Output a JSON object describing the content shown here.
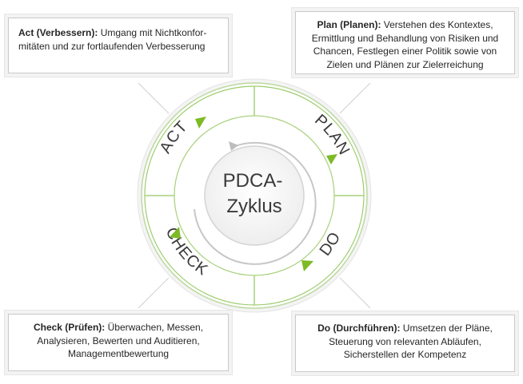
{
  "boxes": {
    "act": {
      "title": "Act (Verbessern):",
      "text": " Umgang mit Nichtkonfor-mitäten und zur fortlaufenden Verbesserung"
    },
    "plan": {
      "title": "Plan (Planen):",
      "text": " Verstehen des Kontextes, Ermittlung und Behandlung von Risiken und Chancen, Festlegen einer Politik sowie von Zielen und Plänen zur Zielerreichung"
    },
    "check": {
      "title": "Check (Prüfen):",
      "text": " Überwachen, Messen, Analysieren, Bewerten und Auditieren, Managementbewertung"
    },
    "do": {
      "title": "Do (Durchführen):",
      "text": " Umsetzen der Pläne, Steuerung von relevanten Abläufen, Sicherstellen der Kompetenz"
    }
  },
  "cycle": {
    "segments": {
      "act": "ACT",
      "plan": "PLAN",
      "do": "DO",
      "check": "CHECK"
    },
    "center_line1": "PDCA-",
    "center_line2": "Zyklus"
  },
  "colors": {
    "accent_green": "#7dba25",
    "ring_border": "#bcd9a0",
    "text": "#262626",
    "box_border": "#c9c9c9"
  }
}
